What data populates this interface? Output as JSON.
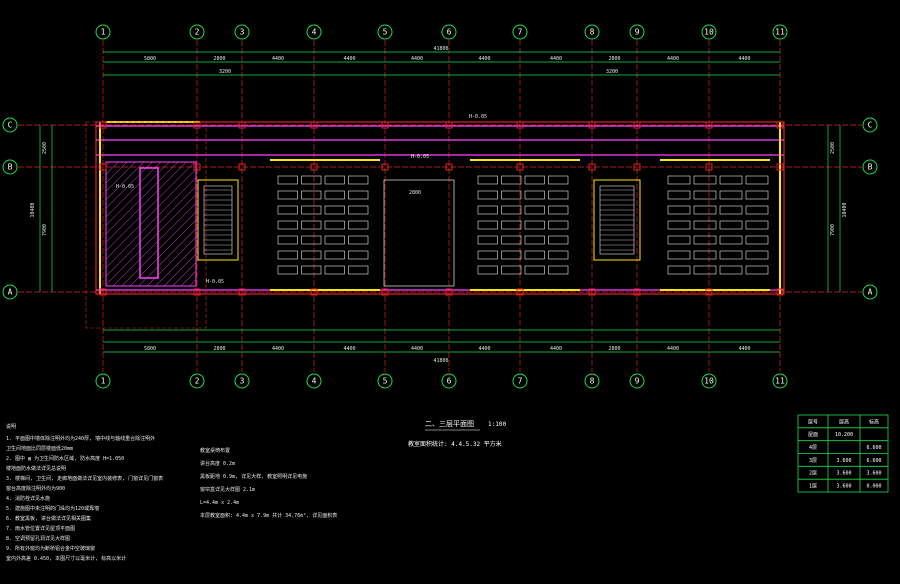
{
  "axes": {
    "columns": [
      "1",
      "2",
      "3",
      "4",
      "5",
      "6",
      "7",
      "8",
      "9",
      "10",
      "11"
    ],
    "rows": [
      "C",
      "B",
      "A"
    ]
  },
  "dimensions": {
    "top_overall": "41800",
    "bottom_overall": "41800",
    "top_spans": [
      "5800",
      "2800",
      "4400",
      "4400",
      "4400",
      "4400",
      "4400",
      "2800",
      "4400",
      "4400"
    ],
    "bottom_spans": [
      "5800",
      "2800",
      "4400",
      "4400",
      "4400",
      "4400",
      "4400",
      "2800",
      "4400",
      "4400"
    ],
    "left_total": "10400",
    "left_parts": [
      "2500",
      "7900"
    ],
    "right_total": "10400",
    "right_parts": [
      "2500",
      "7900"
    ],
    "top_sub_3200a": "3200",
    "top_sub_3200b": "3200",
    "mid_2800": "2800"
  },
  "plan": {
    "elevation_labels": [
      "H-0.05",
      "H-0.05",
      "H-0.05"
    ],
    "stair_label": "H-0.05"
  },
  "title": {
    "main": "二、三层平面图",
    "scale": "1:100",
    "subtitle": "教室面积统计: 4.4.5.32 平方米"
  },
  "notes": {
    "heading": "说明",
    "lines": [
      "1. 平面图中墙体除注明外均为240厚, 墙中线与轴线重合除注明外",
      "   卫生间地面比同层楼面低20mm",
      "2. 图中 ▨ 为卫生间防水区域, 防水高度 H=1.050",
      "   楼地面防水做法详见总说明",
      "3. 楼梯间, 卫生间, 走廊地面做法详见室内装修表, 门窗详见门窗表",
      "   窗台高度除注明外均为900",
      "4. 消防栓详见水施",
      "5. 建施图中未注明的门垛均为120或靠墙",
      "6. 教室黑板, 讲台做法详见相关图集",
      "7. 雨水管位置详见屋顶平面图",
      "8. 空调预留孔洞详见大样图",
      "9. 所有外窗均为断桥铝合金中空玻璃窗",
      "   室内外高差 0.450, 本图尺寸以毫米计, 标高以米计"
    ],
    "mid_lines": [
      "教室桌椅布置",
      "讲台高度 0.2m",
      "黑板距地 0.9m, 详见大样, 教室照明详见电施",
      "窗帘盒详见大样图 2.1m",
      "L=4.4m x 2.4m",
      "本层教室面积: 4.4m x 7.9m 共计 34.76m², 详见面积表"
    ]
  },
  "table": {
    "headers": [
      "层号",
      "层高",
      "标高"
    ],
    "rows": [
      [
        "屋面",
        "10.200",
        ""
      ],
      [
        "4层",
        "",
        "6.600"
      ],
      [
        "3层",
        "3.600",
        "6.600"
      ],
      [
        "2层",
        "3.600",
        "3.600"
      ],
      [
        "1层",
        "3.600",
        "0.000"
      ]
    ]
  },
  "colors": {
    "axis": "#16e04a",
    "wall": "#ff40ff",
    "column": "#e02020",
    "window": "#ffe600",
    "background": "#000000"
  }
}
